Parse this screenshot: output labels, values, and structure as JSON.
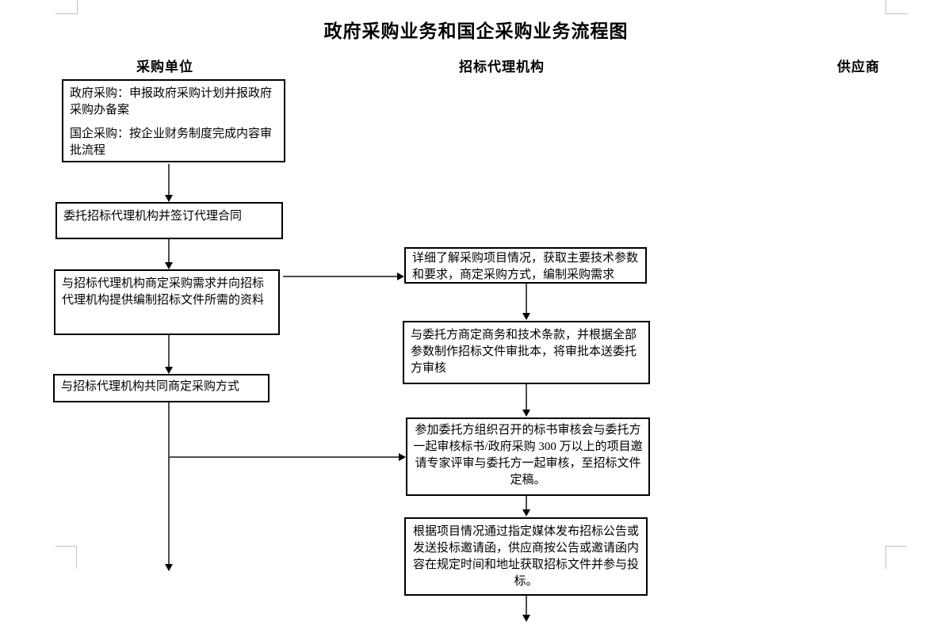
{
  "title": "政府采购业务和国企采购业务流程图",
  "columns": {
    "purchaser": "采购单位",
    "agency": "招标代理机构",
    "supplier": "供应商"
  },
  "purchaser_flow": {
    "box1_gov": "政府采购：申报政府采购计划并报政府采购办备案",
    "box1_soe": "国企采购：按企业财务制度完成内容审批流程",
    "box2": "委托招标代理机构并签订代理合同",
    "box3": "与招标代理机构商定采购需求并向招标代理机构提供编制招标文件所需的资料",
    "box4": "与招标代理机构共同商定采购方式"
  },
  "agency_flow": {
    "box1": "详细了解采购项目情况，获取主要技术参数和要求，商定采购方式，编制采购需求",
    "box2": "与委托方商定商务和技术条款，并根据全部参数制作招标文件审批本，将审批本送委托方审核",
    "box3": "参加委托方组织召开的标书审核会与委托方一起审核标书/政府采购 300 万以上的项目邀请专家评审与委托方一起审核，至招标文件定稿。",
    "box4": "根据项目情况通过指定媒体发布招标公告或发送投标邀请函，供应商按公告或邀请函内容在规定时间和地址获取招标文件并参与投标。"
  },
  "colors": {
    "background": "#ffffff",
    "text": "#000000",
    "box_border": "#000000",
    "connector": "#4d4d4d",
    "arrowhead": "#000000",
    "margin_mark": "#c0c0c0"
  }
}
